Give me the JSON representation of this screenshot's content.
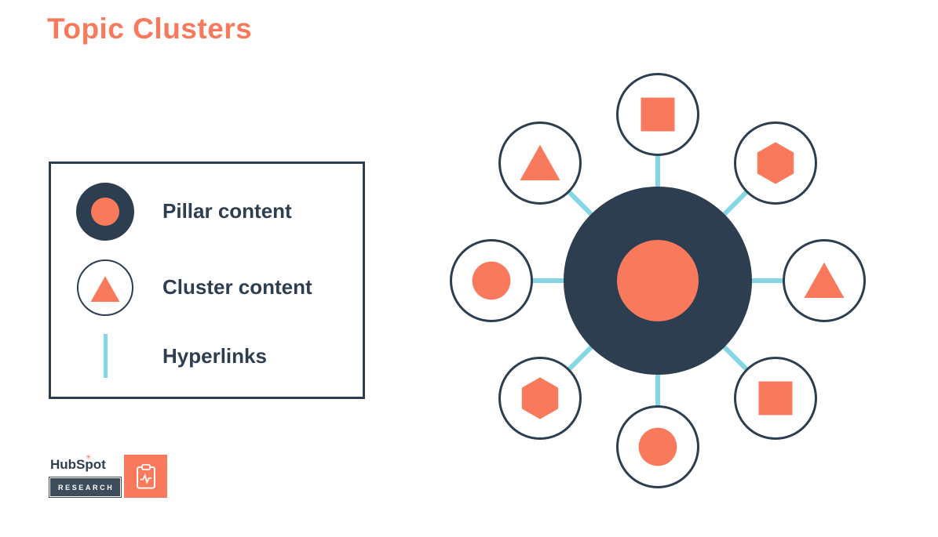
{
  "title": "Topic Clusters",
  "colors": {
    "orange": "#f8795b",
    "navy": "#2d3e50",
    "link_blue": "#84d6e4",
    "research_bar": "#3e4d5c"
  },
  "legend": {
    "items": [
      {
        "id": "pillar",
        "label": "Pillar content"
      },
      {
        "id": "cluster",
        "label": "Cluster content"
      },
      {
        "id": "hyperlinks",
        "label": "Hyperlinks"
      }
    ]
  },
  "diagram": {
    "center": {
      "role": "pillar-content",
      "shape": "circle"
    },
    "satellites": [
      {
        "angle": -90,
        "shape": "square"
      },
      {
        "angle": -45,
        "shape": "hexagon"
      },
      {
        "angle": 0,
        "shape": "triangle"
      },
      {
        "angle": 45,
        "shape": "square"
      },
      {
        "angle": 90,
        "shape": "circle"
      },
      {
        "angle": 135,
        "shape": "hexagon"
      },
      {
        "angle": 180,
        "shape": "circle"
      },
      {
        "angle": -135,
        "shape": "triangle"
      }
    ]
  },
  "logo": {
    "brand": "HubSpot",
    "sprocket_glyph": "✳",
    "research": "RESEARCH"
  }
}
